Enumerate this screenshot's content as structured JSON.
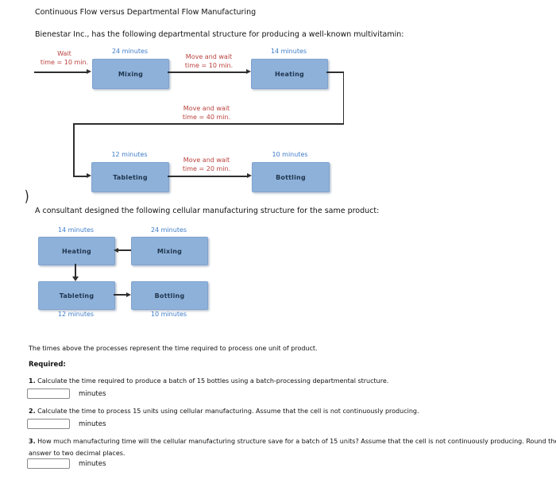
{
  "page": {
    "title": "Continuous Flow versus Departmental Flow Manufacturing",
    "intro": "Bienestar Inc., has the following departmental structure for producing a well-known multivitamin:",
    "consultant_line": "A consultant designed the following cellular manufacturing structure for the same product:",
    "times_note": "The times above the processes represent the time required to process one unit of product.",
    "required_label": "Required:",
    "margin_artifact": ")"
  },
  "colors": {
    "box_fill": "#8eb1da",
    "box_border": "#7fa3cf",
    "box_text": "#20364e",
    "blue_time_label": "#3d7cc9",
    "red_wait_label": "#b8413d",
    "connector_line": "#2f2f2f"
  },
  "departmental_diagram": {
    "boxes": [
      {
        "label": "Mixing",
        "time": "24 minutes"
      },
      {
        "label": "Heating",
        "time": "14 minutes"
      },
      {
        "label": "Tableting",
        "time": "12 minutes"
      },
      {
        "label": "Bottling",
        "time": "10 minutes"
      }
    ],
    "wait_labels": [
      {
        "line1": "Wait",
        "line2": "time = 10 min."
      },
      {
        "line1": "Move and wait",
        "line2": "time = 10 min."
      },
      {
        "line1": "Move and wait",
        "line2": "time = 40 min."
      },
      {
        "line1": "Move and wait",
        "line2": "time = 20 min."
      }
    ]
  },
  "cellular_diagram": {
    "boxes": [
      {
        "label": "Heating",
        "time": "14 minutes"
      },
      {
        "label": "Mixing",
        "time": "24 minutes"
      },
      {
        "label": "Tableting",
        "time": "12 minutes"
      },
      {
        "label": "Bottling",
        "time": "10 minutes"
      }
    ]
  },
  "questions": [
    {
      "number": "1.",
      "text": " Calculate the time required to produce a batch of 15 bottles using a batch-processing departmental structure.",
      "value": "",
      "unit": "minutes"
    },
    {
      "number": "2.",
      "text": " Calculate the time to process 15 units using cellular manufacturing. Assume that the cell is not continuously producing.",
      "value": "",
      "unit": "minutes"
    },
    {
      "number": "3.",
      "text": " How much manufacturing time will the cellular manufacturing structure save for a batch of 15 units? Assume that the cell is not continuously producing. Round the",
      "text2": "answer to two decimal places.",
      "value": "",
      "unit": "minutes"
    }
  ]
}
